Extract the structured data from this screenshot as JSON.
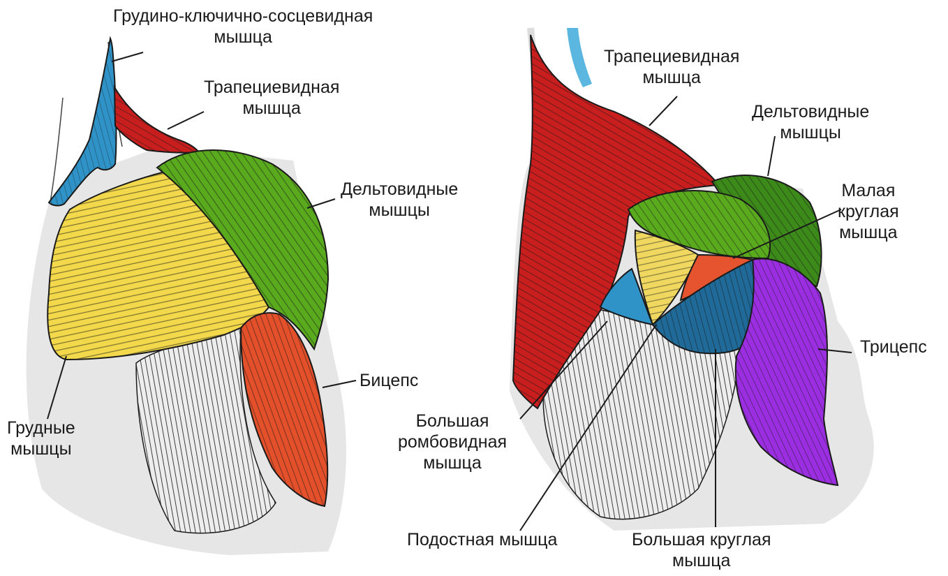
{
  "colors": {
    "sternocleidomastoid": "#2f93c8",
    "trapezius": "#c81e1e",
    "deltoid": "#5aaa1e",
    "deltoid_dark": "#3c8a1a",
    "pectoral": "#f2d84a",
    "biceps": "#e4502a",
    "teres_minor": "#e5542e",
    "teres_major": "#1f6a98",
    "triceps": "#9a2ee0",
    "rhomboid": "#f0d860",
    "skin": "#e2e2e2",
    "fiber": "#1a1a1a"
  },
  "front": {
    "sternocleidomastoid": {
      "line1": "Грудино-ключично-сосцевидная",
      "line2": "мышца"
    },
    "trapezius": {
      "line1": "Трапециевидная",
      "line2": "мышца"
    },
    "deltoid": {
      "line1": "Дельтовидные",
      "line2": "мышцы"
    },
    "biceps": {
      "line1": "Бицепс"
    },
    "pectoral": {
      "line1": "Грудные",
      "line2": "мышцы"
    }
  },
  "back": {
    "trapezius": {
      "line1": "Трапециевидная",
      "line2": "мышца"
    },
    "deltoid": {
      "line1": "Дельтовидные",
      "line2": "мышцы"
    },
    "teres_minor": {
      "line1": "Малая",
      "line2": "круглая",
      "line3": "мышца"
    },
    "triceps": {
      "line1": "Трицепс"
    },
    "rhomboid": {
      "line1": "Большая",
      "line2": "ромбовидная",
      "line3": "мышца"
    },
    "infraspinatus": {
      "line1": "Подостная мышца"
    },
    "teres_major": {
      "line1": "Большая круглая",
      "line2": "мышца"
    }
  }
}
